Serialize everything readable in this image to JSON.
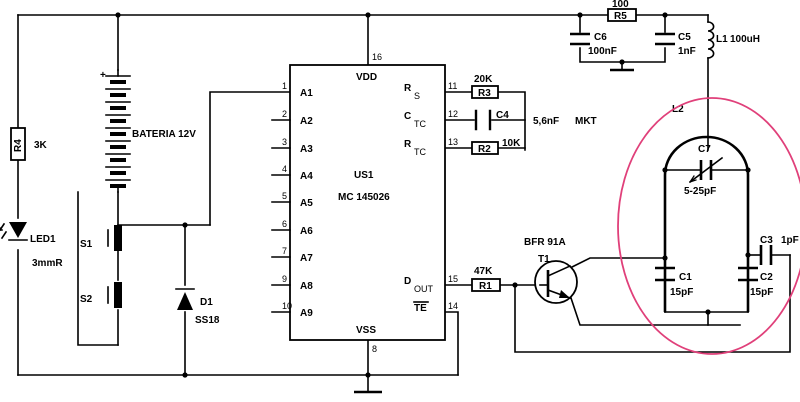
{
  "ic": {
    "designator": "US1",
    "part": "MC 145026",
    "vdd": "VDD",
    "vss": "VSS",
    "vdd_pin": "16",
    "vss_pin": "8",
    "left_pins": [
      {
        "num": "1",
        "name": "A1"
      },
      {
        "num": "2",
        "name": "A2"
      },
      {
        "num": "3",
        "name": "A3"
      },
      {
        "num": "4",
        "name": "A4"
      },
      {
        "num": "5",
        "name": "A5"
      },
      {
        "num": "6",
        "name": "A6"
      },
      {
        "num": "7",
        "name": "A7"
      },
      {
        "num": "9",
        "name": "A8"
      },
      {
        "num": "10",
        "name": "A9"
      }
    ],
    "right_pins": [
      {
        "num": "11",
        "main": "R",
        "sub": "S"
      },
      {
        "num": "12",
        "main": "C",
        "sub": "TC"
      },
      {
        "num": "13",
        "main": "R",
        "sub": "TC"
      },
      {
        "num": "15",
        "main": "D",
        "sub": "OUT"
      },
      {
        "num": "14",
        "main": "TE",
        "sub": ""
      }
    ]
  },
  "components": {
    "r4": {
      "name": "R4",
      "value": "3K"
    },
    "led1": {
      "name": "LED1",
      "value": "3mmR"
    },
    "battery": {
      "name": "BATERIA 12V",
      "plus": "+"
    },
    "s1": {
      "name": "S1"
    },
    "s2": {
      "name": "S2"
    },
    "d1": {
      "name": "D1",
      "value": "SS18"
    },
    "r3": {
      "name": "R3",
      "value": "20K"
    },
    "c4": {
      "name": "C4",
      "value": "5,6nF",
      "note": "MKT"
    },
    "r2": {
      "name": "R2",
      "value": "10K"
    },
    "r1": {
      "name": "R1",
      "value": "47K"
    },
    "t1": {
      "name": "T1",
      "part": "BFR 91A"
    },
    "r5": {
      "name": "R5",
      "value": "100"
    },
    "c6": {
      "name": "C6",
      "value": "100nF"
    },
    "c5": {
      "name": "C5",
      "value": "1nF"
    },
    "l1": {
      "name": "L1",
      "value": "100uH"
    },
    "l2": {
      "name": "L2"
    },
    "c7": {
      "name": "C7",
      "value": "5-25pF"
    },
    "c1": {
      "name": "C1",
      "value": "15pF"
    },
    "c2": {
      "name": "C2",
      "value": "15pF"
    },
    "c3": {
      "name": "C3",
      "value": "1pF"
    }
  },
  "colors": {
    "wire": "#000000",
    "highlight_ellipse": "#e0407a",
    "background": "#ffffff"
  }
}
